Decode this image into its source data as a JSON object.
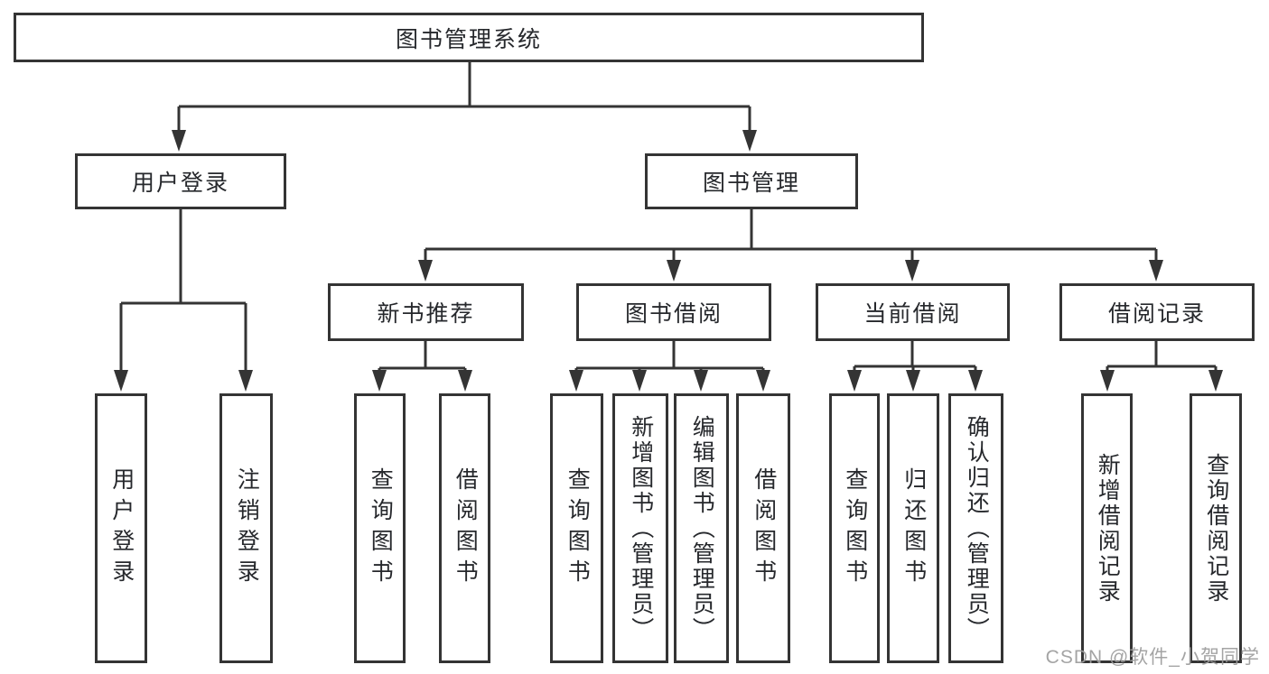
{
  "diagram": {
    "type": "hierarchy",
    "colors": {
      "line": "#343434",
      "box_border": "#343434",
      "box_background": "#ffffff",
      "text": "#26282c",
      "watermark": "#9d9d9d"
    },
    "tree": {
      "root": "图书管理系统",
      "level2": [
        {
          "label": "用户登录",
          "children": [
            "用户登录",
            "注销登录"
          ]
        },
        {
          "label": "图书管理"
        }
      ],
      "level3": [
        {
          "label": "新书推荐",
          "children": [
            "查询图书",
            "借阅图书"
          ]
        },
        {
          "label": "图书借阅",
          "children": [
            "查询图书",
            "新增图书（管理员）",
            "编辑图书（管理员）",
            "借阅图书"
          ]
        },
        {
          "label": "当前借阅",
          "children": [
            "查询图书",
            "归还图书",
            "确认归还（管理员）"
          ]
        },
        {
          "label": "借阅记录",
          "children": [
            "新增借阅记录",
            "查询借阅记录"
          ]
        }
      ]
    },
    "watermark": {
      "text": "CSDN @软件_小贺同学"
    }
  }
}
